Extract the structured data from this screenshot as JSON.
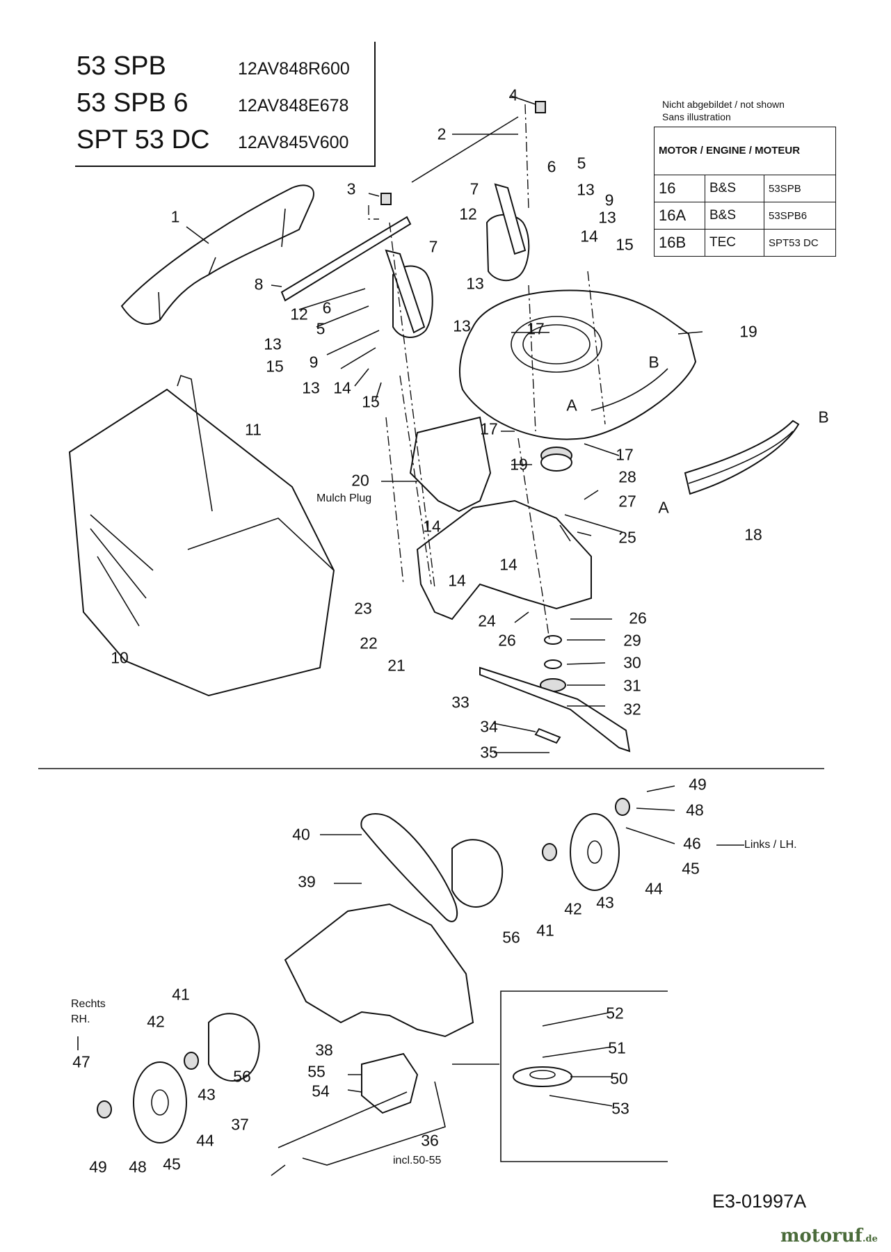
{
  "header": {
    "models": [
      {
        "name": "53 SPB",
        "code": "12AV848R600"
      },
      {
        "name": "53 SPB 6",
        "code": "12AV848E678"
      },
      {
        "name": "SPT 53 DC",
        "code": "12AV845V600"
      }
    ]
  },
  "note": {
    "line1": "Nicht abgebildet / not shown",
    "line2": "Sans illustration"
  },
  "engine_table": {
    "header": "MOTOR / ENGINE / MOTEUR",
    "rows": [
      {
        "part": "16",
        "make": "B&S",
        "model": "53SPB"
      },
      {
        "part": "16A",
        "make": "B&S",
        "model": "53SPB6"
      },
      {
        "part": "16B",
        "make": "TEC",
        "model": "SPT53 DC"
      }
    ]
  },
  "top_labels": [
    "1",
    "2",
    "3",
    "4",
    "5",
    "6",
    "7",
    "12",
    "13",
    "9",
    "13",
    "14",
    "15",
    "8",
    "12",
    "6",
    "5",
    "7",
    "13",
    "13",
    "9",
    "15",
    "13",
    "13",
    "14",
    "15",
    "17",
    "19",
    "B",
    "A",
    "B",
    "A",
    "11",
    "17",
    "17",
    "19",
    "28",
    "20",
    "27",
    "25",
    "14",
    "14",
    "14",
    "23",
    "24",
    "26",
    "22",
    "26",
    "29",
    "21",
    "30",
    "31",
    "33",
    "32",
    "34",
    "35",
    "10",
    "18"
  ],
  "top_text": {
    "mulch_plug": "Mulch Plug"
  },
  "bottom_labels": [
    "49",
    "48",
    "46",
    "45",
    "44",
    "40",
    "43",
    "42",
    "41",
    "39",
    "56",
    "41",
    "42",
    "43",
    "47",
    "52",
    "51",
    "50",
    "53",
    "56",
    "38",
    "55",
    "54",
    "37",
    "36",
    "49",
    "48",
    "45",
    "44"
  ],
  "bottom_text": {
    "left_side": "Links  /  LH.",
    "right_side_1": "Rechts",
    "right_side_2": "RH.",
    "incl": "incl.50-55"
  },
  "footer": {
    "code": "E3-01997A",
    "brand": "motoruf",
    "brand_suffix": ".de"
  }
}
